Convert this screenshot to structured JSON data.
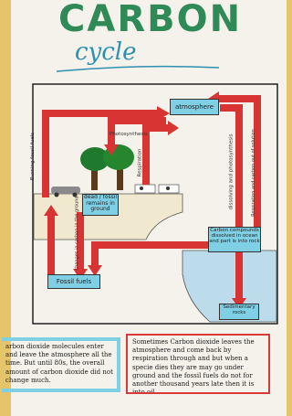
{
  "title": "CARBON",
  "subtitle": "cycle",
  "boxes": {
    "atmosphere": "atmosphere",
    "dead_bodies": "dead / fossil remains in ground",
    "carbon_compounds": "Carbon compounds dissolved in ocean and part is into rock",
    "fossil_fuels": "Fossil fuels",
    "sedimentary_rocks": "Sedimentary rocks"
  },
  "arrow_labels": {
    "burning": "Burning fossil fuels",
    "photosynthesis": "Photosynthesis",
    "respiration": "Respiration",
    "dissolving": "dissolving and photosynthesis",
    "respiration_oceans": "Respiration and carbon out of solution",
    "changes": "changes in carbon in the ground"
  },
  "notes": {
    "left": "arbon dioxide molecules enter and leave the atmosphere all the time. But until 80s, the overall amount of carbon dioxide did not change much.",
    "right": "Sometimes Carbon dioxide leaves the atmosphere and come back by respiration through and but when a specie dies they are may go under ground and the fossil fuels do not for another thousand years late then it is into oil"
  }
}
